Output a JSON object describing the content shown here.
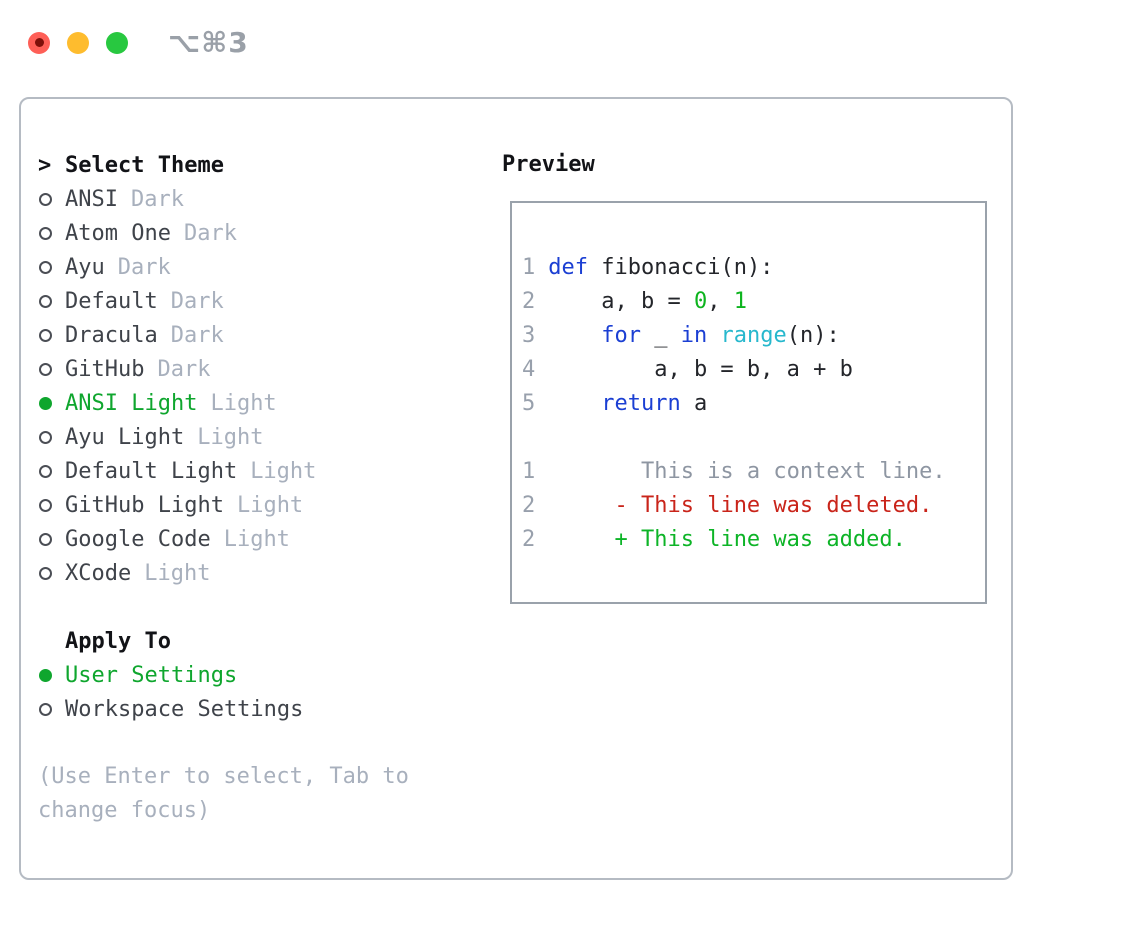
{
  "titlebar": {
    "title": "⌥⌘3",
    "buttons": [
      "close",
      "minimize",
      "zoom"
    ]
  },
  "colors": {
    "accent_green": "#0fa62e",
    "keyword_blue": "#1b3fd3",
    "builtin_cyan": "#27b8cd",
    "number_green": "#0db41e",
    "deleted_red": "#c9241a",
    "added_green": "#0db427",
    "muted_gray": "#a8b0bd",
    "line_number_gray": "#98a0ac",
    "card_border": "#b5bbc3",
    "preview_border": "#9aa2ab",
    "traffic_red": "#fe5f57",
    "traffic_yellow": "#febc2e",
    "traffic_green": "#28c840"
  },
  "theme_menu": {
    "prompt": ">",
    "title": "Select Theme",
    "items": [
      {
        "name": "ANSI",
        "variant": "Dark",
        "selected": false
      },
      {
        "name": "Atom One",
        "variant": "Dark",
        "selected": false
      },
      {
        "name": "Ayu",
        "variant": "Dark",
        "selected": false
      },
      {
        "name": "Default",
        "variant": "Dark",
        "selected": false
      },
      {
        "name": "Dracula",
        "variant": "Dark",
        "selected": false
      },
      {
        "name": "GitHub",
        "variant": "Dark",
        "selected": false
      },
      {
        "name": "ANSI Light",
        "variant": "Light",
        "selected": true
      },
      {
        "name": "Ayu Light",
        "variant": "Light",
        "selected": false
      },
      {
        "name": "Default Light",
        "variant": "Light",
        "selected": false
      },
      {
        "name": "GitHub Light",
        "variant": "Light",
        "selected": false
      },
      {
        "name": "Google Code",
        "variant": "Light",
        "selected": false
      },
      {
        "name": "XCode",
        "variant": "Light",
        "selected": false
      }
    ]
  },
  "apply_to": {
    "title": "Apply To",
    "options": [
      {
        "label": "User Settings",
        "selected": true
      },
      {
        "label": "Workspace Settings",
        "selected": false
      }
    ]
  },
  "hint": "(Use Enter to select, Tab to change focus)",
  "preview": {
    "title": "Preview",
    "code_lines": [
      {
        "num": "1",
        "tokens": [
          [
            "def",
            "kw"
          ],
          [
            " fibonacci(n):",
            "pl"
          ]
        ]
      },
      {
        "num": "2",
        "tokens": [
          [
            "    a, b = ",
            "pl"
          ],
          [
            "0",
            "num"
          ],
          [
            ", ",
            "pl"
          ],
          [
            "1",
            "num"
          ]
        ]
      },
      {
        "num": "3",
        "tokens": [
          [
            "    ",
            "pl"
          ],
          [
            "for",
            "kw"
          ],
          [
            " _ ",
            "pl"
          ],
          [
            "in",
            "kw"
          ],
          [
            " ",
            "pl"
          ],
          [
            "range",
            "bi"
          ],
          [
            "(n):",
            "pl"
          ]
        ]
      },
      {
        "num": "4",
        "tokens": [
          [
            "        a, b = b, a + b",
            "pl"
          ]
        ]
      },
      {
        "num": "5",
        "tokens": [
          [
            "    ",
            "pl"
          ],
          [
            "return",
            "kw"
          ],
          [
            " a",
            "pl"
          ]
        ]
      }
    ],
    "diff_lines": [
      {
        "num": "1",
        "tokens": [
          [
            "       This is a context line.",
            "ctx"
          ]
        ]
      },
      {
        "num": "2",
        "tokens": [
          [
            "     ",
            "pl"
          ],
          [
            "- This line was deleted.",
            "del"
          ]
        ]
      },
      {
        "num": "2",
        "tokens": [
          [
            "     ",
            "pl"
          ],
          [
            "+ This line was added.",
            "add"
          ]
        ]
      }
    ]
  }
}
